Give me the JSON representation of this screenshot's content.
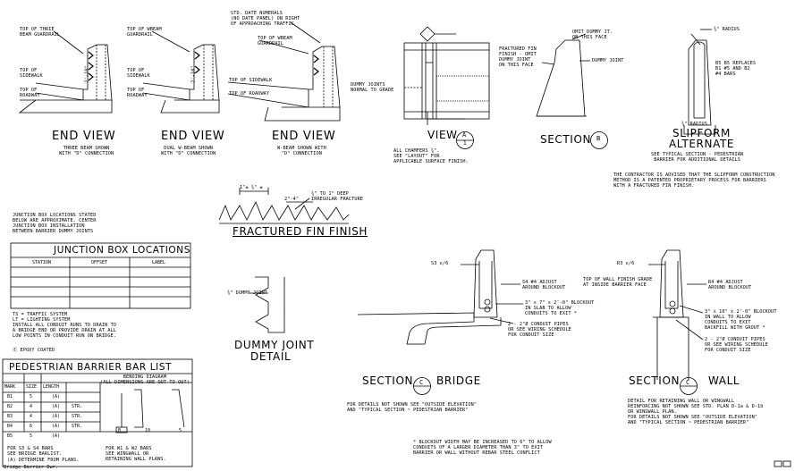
{
  "end_views": {
    "title": "END VIEW",
    "v1": {
      "caption": "THREE BEAM SHOWN\nWITH \"D\" CONNECTION",
      "top_guardrail": "TOP OF THRIE\nBEAM GUARDRAIL",
      "top_sidewalk": "TOP OF\nSIDEWALK",
      "top_roadway": "TOP OF\nROADWAY"
    },
    "v2": {
      "caption": "DUAL W-BEAM SHOWN\nWITH \"D\" CONNECTION",
      "top_guardrail": "TOP OF WBEAM\nGUARDRAIL",
      "top_sidewalk": "TOP OF\nSIDEWALK",
      "top_roadway": "TOP OF\nROADWAY"
    },
    "v3": {
      "caption": "W-BEAM SHOWN WITH\n\"D\" CONNECTION",
      "numerals": "STD. DATE NUMERALS\n(NO DATE PANEL) ON RIGHT\nOF APPROACHING TRAFFIC",
      "top_guardrail": "TOP OF WBEAM\nGUARDRAIL",
      "top_sidewalk": "TOP OF SIDEWALK",
      "top_roadway": "TOP OF ROADWAY"
    },
    "dim": "2'-10\""
  },
  "view_a": {
    "title": "VIEW",
    "bubble_letter": "A",
    "bubble_sheet": "1",
    "dummy_joints": "DUMMY JOINTS\nNORMAL TO GRADE",
    "note": "ALL CHAMFERS ¾\".\nSEE \"LAYOUT\" FOR\nAPPLICABLE SURFACE FINISH."
  },
  "section_b": {
    "title": "SECTION",
    "bubble_letter": "B",
    "fractured": "FRACTURED FIN\nFINISH - OMIT\nDUMMY JOINT\nON THIS FACE",
    "omit": "OMIT DUMMY JT.\nON THIS FACE",
    "dummy": "DUMMY JOINT"
  },
  "slipform": {
    "title_1": "SLIPFORM",
    "title_2": "ALTERNATE",
    "radius_top": "¾\" RADIUS",
    "bars": "B5  B5 REPLACES\nB1  #5 AND B2\n#4 BARS",
    "radius_bot": "¾\" RADIUS",
    "see": "SEE TYPICAL SECTION - PEDESTRIAN\nBARRIER FOR ADDITIONAL DETAILS",
    "contractor": "THE CONTRACTOR IS ADVISED THAT THE SLIPFORM CONSTRUCTION\nMETHOD IS A PATENTED PROPRIETARY PROCESS FOR BARRIERS\nWITH A FRACTURED FIN FINISH."
  },
  "fractured_fin": {
    "title": "FRACTURED FIN FINISH",
    "dim1": "1\"±  ¾\" ±",
    "dim2": "2\"-4\"",
    "depth": "¾\" TO 1\" DEEP\nIRREGULAR FRACTURE"
  },
  "junction": {
    "note": "JUNCTION BOX LOCATIONS STATED\nBELOW ARE APPROXIMATE. CENTER\nJUNCTION BOX INSTALLATION\nBETWEEN BARRIER DUMMY JOINTS",
    "title": "JUNCTION BOX LOCATIONS",
    "headers": [
      "STATION",
      "OFFSET",
      "LABEL"
    ],
    "notes": "TS = TRAFFIC SYSTEM\nLT = LIGHTING SYSTEM\nINSTALL ALL CONDUIT RUNS TO DRAIN TO\nA BRIDGE END OR PROVIDE DRAIN AT ALL\nLOW POINTS IN CONDUIT RUN ON BRIDGE.",
    "epoxy": "Ⓔ EPOXY COATED"
  },
  "dummy_joint": {
    "title_1": "DUMMY JOINT",
    "title_2": "DETAIL",
    "label": "¾\" DUMMY JOINT"
  },
  "bar_list": {
    "title": "PEDESTRIAN BARRIER BAR LIST",
    "bending": "BENDING DIAGRAM\n(ALL DIMENSIONS ARE OUT TO OUT)",
    "headers": [
      "MARK",
      "SIZE",
      "LENGTH"
    ],
    "rows": [
      {
        "mark": "B1",
        "size": "5",
        "length": "(A)",
        "type": ""
      },
      {
        "mark": "B2",
        "size": "4",
        "length": "(A)",
        "type": "STR."
      },
      {
        "mark": "B3",
        "size": "4",
        "length": "(A)",
        "type": "STR."
      },
      {
        "mark": "B4",
        "size": "6",
        "length": "(A)",
        "type": "STR."
      },
      {
        "mark": "B5",
        "size": "5",
        "length": "(A)",
        "type": ""
      }
    ],
    "dim_b": "B",
    "dim_10": "10",
    "dim_5": "5",
    "footer_1": "FOR  S3  &  S4  BARS\nSEE BRIDGE BARLIST.",
    "footer_2": "(A) DETERMINE FROM PLANS.",
    "footer_3": "FOR W1 & W2 BARS\nSEE WINGWALL OR\nRETAINING WALL PLANS.",
    "cut": "Bridge Barrier Dwr."
  },
  "section_c_bridge": {
    "title_1": "SECTION",
    "title_2": "BRIDGE",
    "bubble_letter": "C",
    "s3": "S3  ε/6",
    "s4": "S4  #4 ADJUST\nAROUND BLOCKOUT",
    "blockout": "3\" x 7\" x 2'-0\" BLOCKOUT\nIN SLAB TO ALLOW\nCONDUITS TO EXIT *",
    "conduit": "2 - 2\"Ø CONDUIT PIPES\nOR SEE WIRING SCHEDULE\nFOR CONDUIT SIZE",
    "details": "FOR DETAILS NOT SHOWN SEE \"OUTSIDE ELEVATION\"\nAND \"TYPICAL SECTION ~ PEDESTRIAN BARRIER\""
  },
  "section_c_wall": {
    "title_1": "SECTION",
    "title_2": "WALL",
    "bubble_letter": "C",
    "r3": "R3  ε/6",
    "top_wall": "TOP OF WALL FINISH GRADE\nAT INSIDE BARRIER FACE",
    "r4": "R4  #4 ADJUST\nAROUND BLOCKOUT",
    "blockout": "3\" x 10\" x 2'-0\" BLOCKOUT\nIN WALL TO ALLOW\nCONDUITS TO EXIT\nBACKFILL WITH GROUT *",
    "conduit": "2 - 2\"Ø CONDUIT PIPES\nOR SEE WIRING SCHEDULE\nFOR CONDUIT SIZE",
    "details": "DETAIL FOR RETAINING WALL OR WINGWALL\nREINFORCING NOT SHOWN SEE STD. PLAN D-1a & D-1b\nOR WINGWALL PLAN.\nFOR DETAILS NOT SHOWN SEE \"OUTSIDE ELEVATION\"\nAND \"TYPICAL SECTION ~ PEDESTRIAN BARRIER\""
  },
  "footnote": "* BLOCKOUT WIDTH MAY BE INCREASED TO 6\" TO ALLOW\nCONDUITS OF A LARGER DIAMETER THAN 3\" TO EXIT\nBARRIER OR WALL WITHOUT REBAR STEEL CONFLICT",
  "colors": {
    "ink": "#000000",
    "background": "#ffffff"
  }
}
